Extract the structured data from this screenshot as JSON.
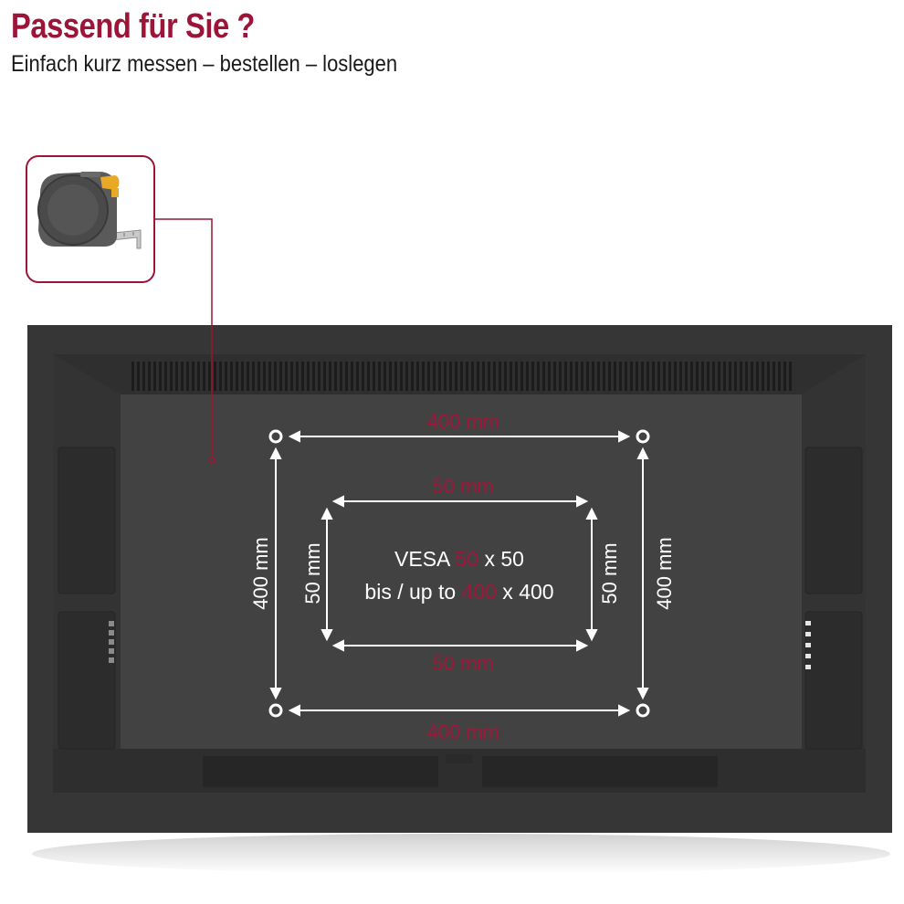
{
  "header": {
    "title": "Passend für Sie ?",
    "subtitle": "Einfach kurz messen – bestellen – loslegen"
  },
  "dimensions": {
    "outer_top": "400 mm",
    "outer_bottom": "400 mm",
    "outer_left": "400 mm",
    "outer_right": "400 mm",
    "inner_top": "50 mm",
    "inner_bottom": "50 mm",
    "inner_left": "50 mm",
    "inner_right": "50 mm"
  },
  "vesa": {
    "line1_prefix": "VESA ",
    "line1_min": "50",
    "line1_suffix": " x 50",
    "line2_prefix": "bis / up to ",
    "line2_max": "400",
    "line2_suffix": " x 400"
  },
  "colors": {
    "accent": "#9c1538",
    "tv_body": "#3a3a3a",
    "tv_panel": "#404040",
    "arrow": "#ffffff"
  },
  "icons": {
    "tape_measure": "tape-measure-icon"
  }
}
